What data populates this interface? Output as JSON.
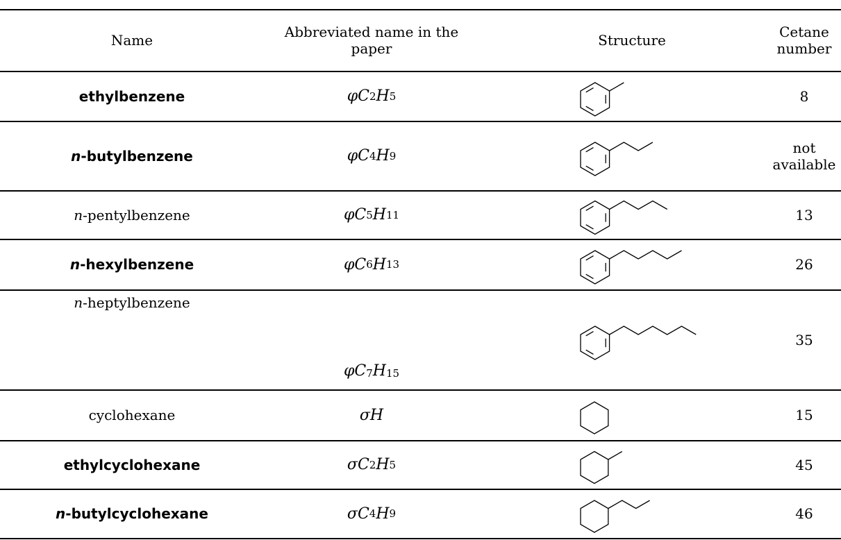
{
  "headers": {
    "name": "Name",
    "abbrev": "Abbreviated name in the paper",
    "structure": "Structure",
    "cetane": "Cetane number"
  },
  "rows": [
    {
      "prefix": "",
      "rest": "ethylbenzene",
      "bold": true,
      "sym": "φ",
      "c": "2",
      "h": "5",
      "cetane": "8",
      "ring": "benzene",
      "chain": 1
    },
    {
      "prefix": "n",
      "rest": "-butylbenzene",
      "bold": true,
      "sym": "φ",
      "c": "4",
      "h": "9",
      "cetane": "not available",
      "ring": "benzene",
      "chain": 3
    },
    {
      "prefix": "n",
      "rest": "-pentylbenzene",
      "bold": false,
      "sym": "φ",
      "c": "5",
      "h": "11",
      "cetane": "13",
      "ring": "benzene",
      "chain": 4
    },
    {
      "prefix": "n",
      "rest": "-hexylbenzene",
      "bold": true,
      "sym": "φ",
      "c": "6",
      "h": "13",
      "cetane": "26",
      "ring": "benzene",
      "chain": 5
    },
    {
      "prefix": "n",
      "rest": "-heptylbenzene",
      "bold": false,
      "sym": "φ",
      "c": "7",
      "h": "15",
      "cetane": "35",
      "ring": "benzene",
      "chain": 6
    },
    {
      "prefix": "",
      "rest": "cyclohexane",
      "bold": false,
      "sym": "σ",
      "c": "",
      "h": "",
      "cetane": "15",
      "ring": "cyclohexane",
      "chain": 0
    },
    {
      "prefix": "",
      "rest": "ethylcyclohexane",
      "bold": true,
      "sym": "σ",
      "c": "2",
      "h": "5",
      "cetane": "45",
      "ring": "cyclohexane",
      "chain": 1
    },
    {
      "prefix": "n",
      "rest": "-butylcyclohexane",
      "bold": true,
      "sym": "σ",
      "c": "4",
      "h": "9",
      "cetane": "46",
      "ring": "cyclohexane",
      "chain": 3
    }
  ]
}
